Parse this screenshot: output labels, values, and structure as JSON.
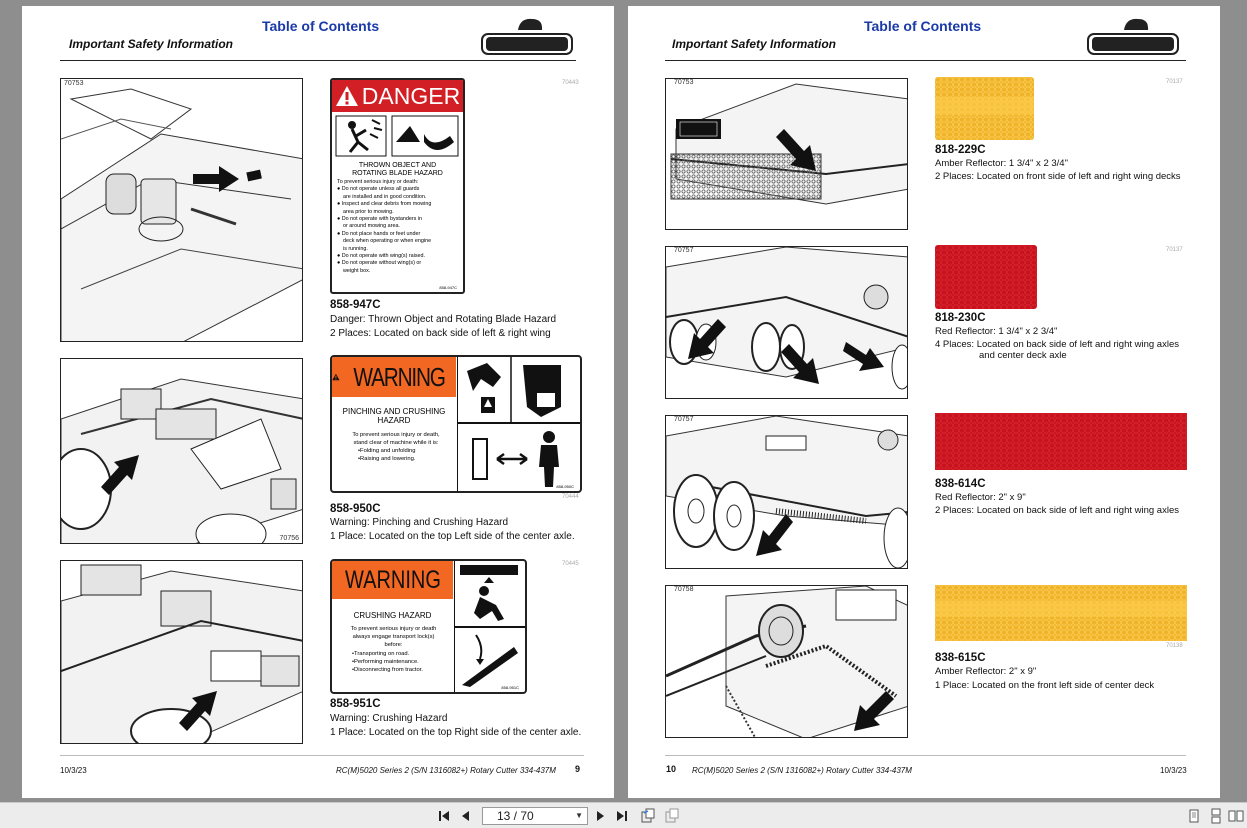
{
  "doc": {
    "toc_title": "Table of Contents",
    "section": "Important Safety Information",
    "footer_date": "10/3/23",
    "footer_model": "RC(M)5020 Series 2 (S/N 1316082+) Rotary Cutter 334-437M"
  },
  "left_page": {
    "page_number": "9",
    "items": [
      {
        "fig": "70753",
        "ref": "70443",
        "part": "858-947C",
        "desc": "Danger: Thrown Object and Rotating Blade Hazard",
        "places": "2 Places: Located on back side of left & right wing"
      },
      {
        "fig": "70756",
        "ref": "70444",
        "part": "858-950C",
        "desc": "Warning: Pinching and Crushing Hazard",
        "places": "1 Place: Located on the top Left side of the center axle."
      },
      {
        "fig": "",
        "ref": "70445",
        "part": "858-951C",
        "desc": "Warning: Crushing Hazard",
        "places": "1 Place: Located on the top Right side of the center axle."
      }
    ],
    "decals": {
      "danger": {
        "heading": "DANGER",
        "title_lines": [
          "THROWN OBJECT AND",
          "ROTATING BLADE HAZARD"
        ],
        "lines": [
          "To prevent serious injury or death:",
          "● Do not operate unless all guards",
          "are installed and in good condition.",
          "● Inspect and clear debris from mowing",
          "area prior to mowing.",
          "● Do not operate with bystanders in",
          "or around mowing area.",
          "● Do not place hands or feet under",
          "deck when operating or when engine",
          "is running.",
          "● Do not operate with wing(s) raised.",
          "● Do not operate without wing(s) or",
          "weight box."
        ],
        "code": "858-947C"
      },
      "pinch": {
        "heading": "WARNING",
        "title_lines": [
          "PINCHING AND CRUSHING",
          "HAZARD"
        ],
        "lines": [
          "To prevent serious injury or death,",
          "stand clear of machine while it is:",
          "•Folding and unfolding",
          "•Raising and lowering."
        ],
        "code": "858-950C"
      },
      "crush": {
        "heading": "WARNING",
        "title_lines": [
          "CRUSHING HAZARD"
        ],
        "lines": [
          "To prevent serious injury or death",
          "always engage transport lock(s)",
          "before:",
          "•Transporting on road.",
          "•Performing maintenance.",
          "•Disconnecting from tractor."
        ],
        "code": "858-951C"
      }
    }
  },
  "right_page": {
    "page_number": "10",
    "items": [
      {
        "fig": "70753",
        "ref": "70137",
        "part": "818-229C",
        "desc": "Amber Reflector: 1 3/4\" x 2 3/4\"",
        "places": "2 Places: Located on front side of left and right wing decks",
        "color": "#f0b42a"
      },
      {
        "fig": "70757",
        "ref": "70137",
        "part": "818-230C",
        "desc": "Red Reflector: 1 3/4\" x 2 3/4\"",
        "places": "4 Places: Located on back side of left and right wing axles and center deck axle",
        "color": "#c8121c"
      },
      {
        "fig": "70757",
        "ref": "",
        "part": "838-614C",
        "desc": "Red Reflector: 2\" x 9\"",
        "places": "2 Places: Located on back side of left and right wing axles",
        "color": "#c8121c"
      },
      {
        "fig": "70758",
        "ref": "70138",
        "part": "838-615C",
        "desc": "Amber Reflector: 2\" x 9\"",
        "places": "1 Place: Located on the front left side of center deck",
        "color": "#f0b42a"
      }
    ]
  },
  "viewer": {
    "page_indicator": "13 / 70",
    "icons": [
      "first-page-icon",
      "prev-page-icon",
      "next-page-icon",
      "last-page-icon",
      "go-back-icon",
      "go-forward-icon",
      "single-page-icon",
      "continuous-icon",
      "two-page-icon"
    ]
  },
  "colors": {
    "title_blue": "#1a3aa8",
    "danger_red": "#d21f25",
    "warning_orange": "#f26722",
    "amber": "#f0b42a",
    "red": "#c8121c"
  }
}
